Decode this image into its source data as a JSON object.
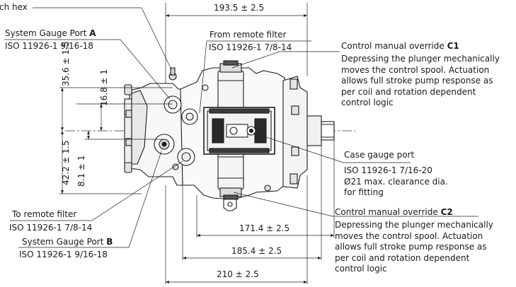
{
  "labels": {
    "hex_fragment": "ch hex",
    "gauge_a_label": "System Gauge Port",
    "gauge_a_letter": "A",
    "gauge_a_spec": "ISO 11926-1 9/16-18",
    "from_remote_label": "From remote filter",
    "from_remote_spec": "ISO 11926-1 7/8-14",
    "c1_label": "Control manual override",
    "c1_code": "C1",
    "c1_desc": "Depressing the plunger mechanically\nmoves the control spool. Actuation\nallows full stroke pump response as\nper coil and rotation dependent\ncontrol logic",
    "case_label": "Case gauge port",
    "case_spec": "ISO 11926-1 7/16-20\nØ21 max. clearance dia.\nfor fitting",
    "c2_label": "Control manual override",
    "c2_code": "C2",
    "c2_desc": "Depressing the plunger mechanically\nmoves the control spool. Actuation\nallows full stroke pump response as\nper coil and rotation dependent\ncontrol logic",
    "to_remote_label": "To remote filter",
    "to_remote_spec": "ISO 11926-1 7/8-14",
    "gauge_b_label": "System Gauge Port",
    "gauge_b_letter": "B",
    "gauge_b_spec": "ISO 11926-1 9/16-18"
  },
  "dimensions": {
    "top_width": "193.5 ± 2.5",
    "d_171": "171.4 ± 2.5",
    "d_185": "185.4 ± 2.5",
    "d_210": "210 ± 2.5",
    "v_35": "35.6 ± 1.5",
    "v_16": "16.8 ± 1",
    "v_42": "42.2 ± 1.5",
    "v_8": "8.1 ± 1"
  }
}
